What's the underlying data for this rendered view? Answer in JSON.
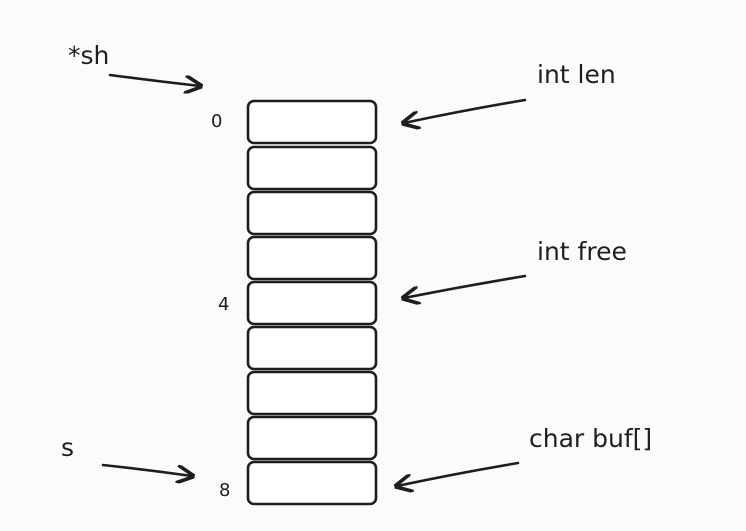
{
  "pointers": {
    "sh": "*sh",
    "s": "s"
  },
  "fields": {
    "len": "int len",
    "free": "int free",
    "buf": "char buf[]"
  },
  "offsets": {
    "o0": "0",
    "o4": "4",
    "o8": "8"
  },
  "memory": {
    "cell_count": 9
  },
  "colors": {
    "ink": "#1e1e1e",
    "background": "#fbfbfc",
    "cell_fill": "#ffffff"
  }
}
